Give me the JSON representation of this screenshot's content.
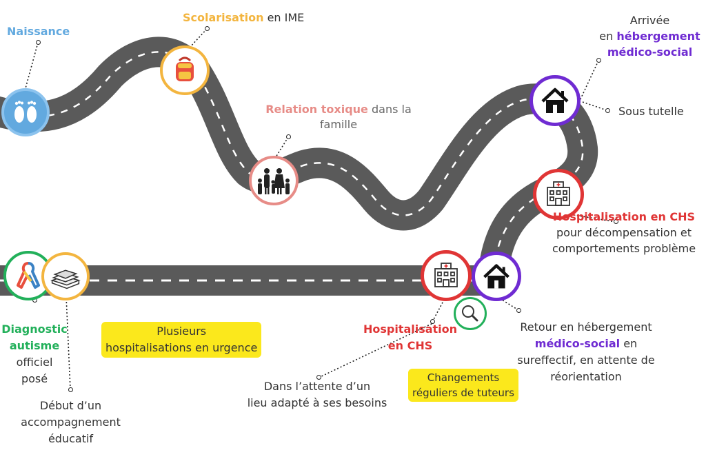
{
  "labels": {
    "naissance": "Naissance",
    "scolarisation": "Scolarisation",
    "scolarisation_rest": " en IME",
    "relation_toxique": "Relation toxique",
    "relation_rest1": " dans la",
    "relation_rest2": "famille",
    "arrivee_l1": "Arrivée",
    "arrivee_l2a": "en ",
    "arrivee_l2b": "hébergement",
    "arrivee_l3": "médico-social",
    "sous_tutelle": "Sous tutelle",
    "hosp_chs_top": "Hospitalisation en CHS",
    "hosp_chs_top_l2": "pour décompensation et",
    "hosp_chs_top_l3": "comportements problème",
    "retour_l1": "Retour en hébergement",
    "retour_l2a": "médico-social",
    "retour_l2b": " en",
    "retour_l3": "sureffectif, en attente de",
    "retour_l4": "réorientation",
    "hosp_chs_mid_l1": "Hospitalisation",
    "hosp_chs_mid_l2": "en CHS",
    "attente_l1": "Dans l’attente d’un",
    "attente_l2": "lieu adapté à ses besoins",
    "changements_l1": "Changements",
    "changements_l2": "réguliers de tuteurs",
    "plusieurs_l1": "Plusieurs",
    "plusieurs_l2": "hospitalisations en urgence",
    "diag_l1": "Diagnostic",
    "diag_l2": "autisme",
    "diag_l3": "officiel",
    "diag_l4": "posé",
    "debut_l1": "Début d’un",
    "debut_l2": "accompagnement",
    "debut_l3": "éducatif"
  },
  "colors": {
    "road": "#5a5a5a",
    "naissance": "#62a9df",
    "scolarisation": "#f3b53f",
    "relation": "#e78c87",
    "hebergement": "#6f2bd2",
    "hospitalisation": "#e03535",
    "diagnostic": "#22b05a",
    "highlight": "#fbe81c"
  },
  "icons": [
    "footprints-icon",
    "backpack-icon",
    "family-icon",
    "house-icon",
    "hospital-icon",
    "magnifier-icon",
    "autism-ribbon-icon",
    "books-icon"
  ]
}
